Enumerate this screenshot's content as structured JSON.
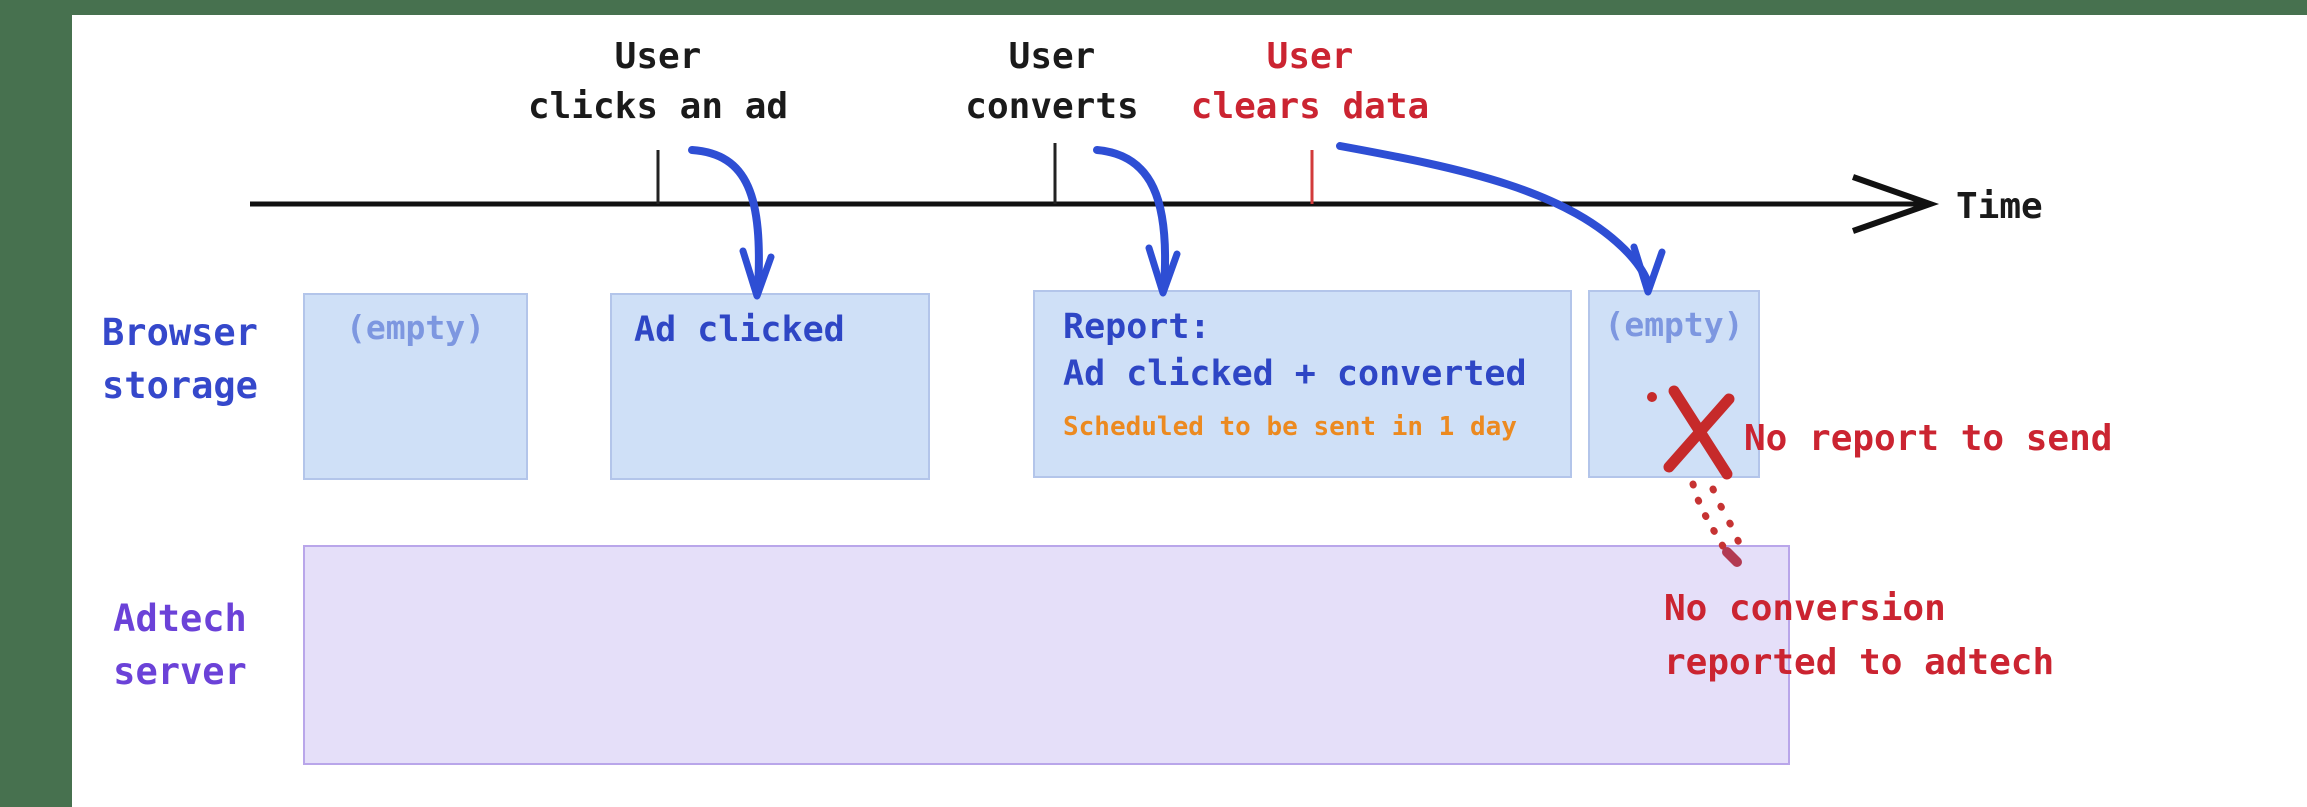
{
  "timeline": {
    "axis_label": "Time",
    "events": [
      {
        "line1": "User",
        "line2": "clicks an ad"
      },
      {
        "line1": "User",
        "line2": "converts"
      },
      {
        "line1": "User",
        "line2": "clears data"
      }
    ]
  },
  "rows": {
    "browser": {
      "line1": "Browser",
      "line2": "storage"
    },
    "adtech": {
      "line1": "Adtech",
      "line2": "server"
    }
  },
  "storage_boxes": {
    "box1_text": "(empty)",
    "box2_text": "Ad clicked",
    "box3_line1": "Report:",
    "box3_line2": "Ad clicked + converted",
    "box3_note": "Scheduled to be sent in 1 day",
    "box4_text": "(empty)"
  },
  "annotations": {
    "no_report": "No report to send",
    "no_conversion_line1": "No conversion",
    "no_conversion_line2": "reported to adtech"
  },
  "colors": {
    "frame_green": "#47714f",
    "event_text": "#1a1a1a",
    "alert_red": "#cb2431",
    "x_mark_red": "#c62a2a",
    "arrow_blue": "#2e4ed4",
    "storage_box_fill": "#cfe0f7",
    "storage_box_border": "#b3c5ea",
    "storage_text_blue": "#2e46c5",
    "empty_text_blue": "#7d97e0",
    "browser_label_blue": "#3548cb",
    "adtech_label_purple": "#6b42d8",
    "server_box_fill": "#e5dff9",
    "server_box_border": "#b9a6ea",
    "note_orange": "#ec8a20"
  }
}
